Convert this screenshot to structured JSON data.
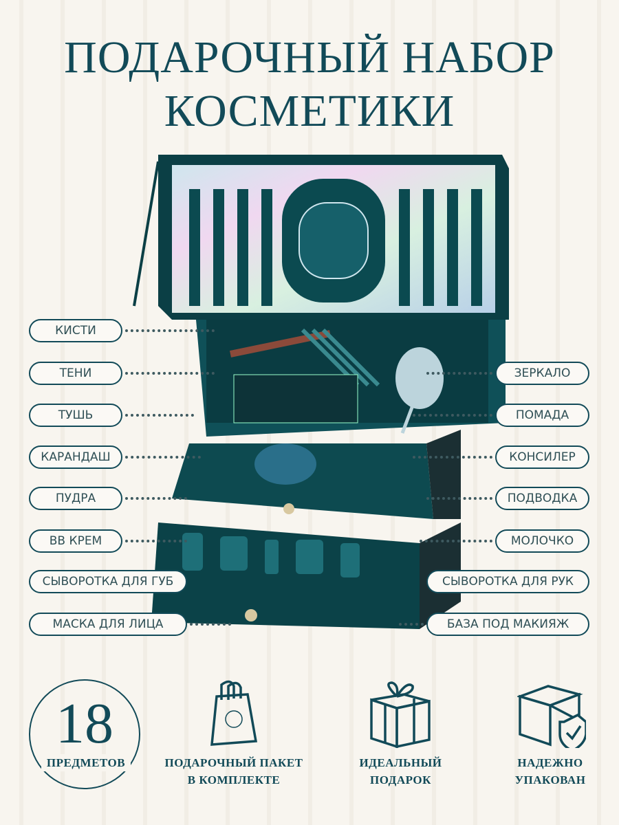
{
  "title": {
    "line1": "ПОДАРОЧНЫЙ НАБОР",
    "line2": "КОСМЕТИКИ"
  },
  "left_labels": [
    "КИСТИ",
    "ТЕНИ",
    "ТУШЬ",
    "КАРАНДАШ",
    "ПУДРА",
    "BB КРЕМ",
    "СЫВОРОТКА ДЛЯ ГУБ",
    "МАСКА ДЛЯ ЛИЦА"
  ],
  "right_labels": [
    "ЗЕРКАЛО",
    "ПОМАДА",
    "КОНСИЛЕР",
    "ПОДВОДКА",
    "МОЛОЧКО",
    "СЫВОРОТКА ДЛЯ РУК",
    "БАЗА ПОД МАКИЯЖ"
  ],
  "features": {
    "count": "18",
    "count_label": "ПРЕДМЕТОВ",
    "bag": {
      "line1": "ПОДАРОЧНЫЙ ПАКЕТ",
      "line2": "В КОМПЛЕКТЕ"
    },
    "gift": {
      "line1": "ИДЕАЛЬНЫЙ",
      "line2": "ПОДАРОК"
    },
    "packed": {
      "line1": "НАДЕЖНО",
      "line2": "УПАКОВАН"
    }
  },
  "colors": {
    "accent": "#124a58",
    "box": "#0d4a50",
    "background": "#f8f5ef"
  }
}
